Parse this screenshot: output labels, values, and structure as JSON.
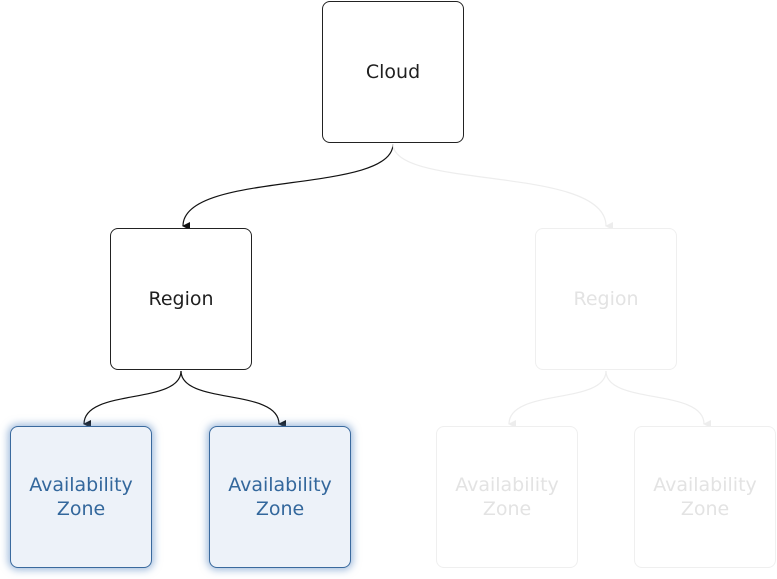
{
  "diagram": {
    "root": {
      "label": "Cloud"
    },
    "regions": [
      {
        "label": "Region",
        "zones": [
          {
            "label": "Availability Zone"
          },
          {
            "label": "Availability Zone"
          }
        ]
      },
      {
        "label": "Region",
        "zones": [
          {
            "label": "Availability Zone"
          },
          {
            "label": "Availability Zone"
          }
        ]
      }
    ]
  },
  "colors": {
    "active_border": "#222222",
    "faded_border": "#efefef",
    "faded_text": "#e3e3e3",
    "highlight_fill": "#edf2f9",
    "highlight_border": "#3a6a9e",
    "highlight_text": "#33679c",
    "edge_active": "#111111",
    "edge_faded": "#ededed"
  }
}
